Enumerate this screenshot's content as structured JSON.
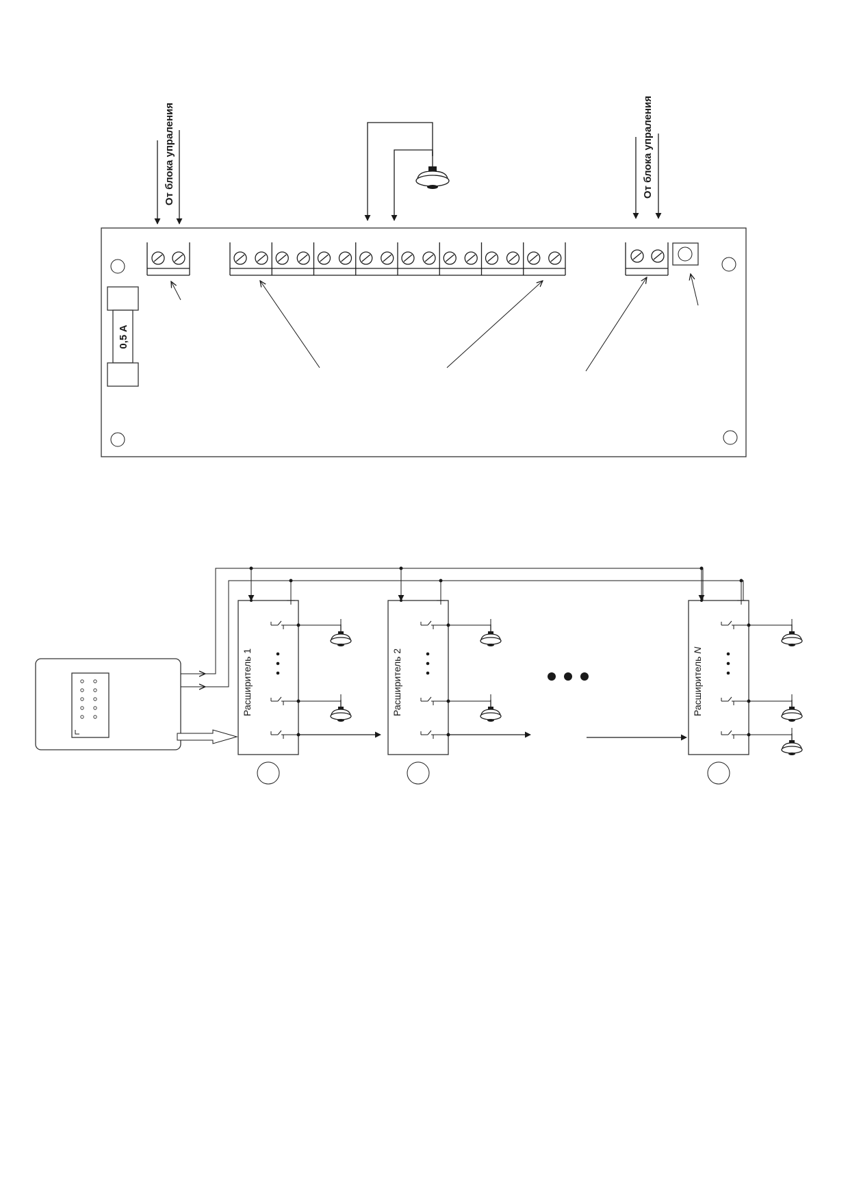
{
  "board": {
    "fuse_label": "0,5 A",
    "left_arrow_label": "От блока упраления",
    "right_arrow_label": "От блока упраления",
    "relay_terminal_count": 8
  },
  "chain": {
    "expanders": [
      {
        "label": "Расширитель",
        "number": "1"
      },
      {
        "label": "Расширитель",
        "number": "2"
      },
      {
        "label": "Расширитель",
        "number": "N"
      }
    ]
  }
}
